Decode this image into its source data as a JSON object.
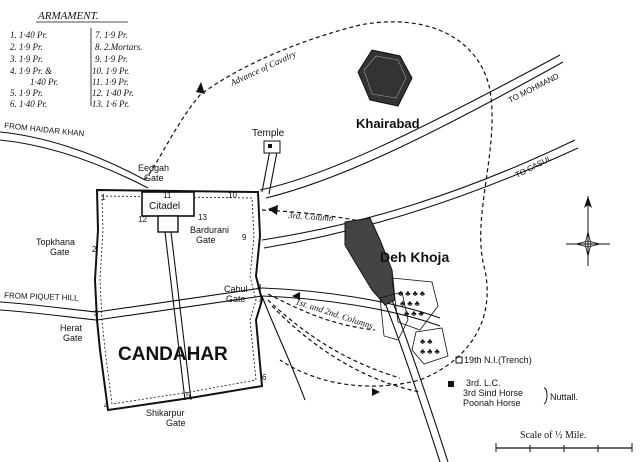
{
  "armament": {
    "title": "ARMAMENT.",
    "left": [
      "1. 1·40 Pr.",
      "2. 1·9 Pr.",
      "3. 1·9 Pr.",
      "4. 1·9 Pr. &",
      "1·40 Pr.",
      "5. 1·9 Pr.",
      "6. 1·40 Pr."
    ],
    "right": [
      "7. 1·9 Pr.",
      "8. 2.Mortars.",
      "9. 1·9 Pr.",
      "10. 1·9 Pr.",
      "11. 1·9 Pr.",
      "12. 1·40 Pr.",
      "13. 1·6 Pr."
    ]
  },
  "places": {
    "city": "CANDAHAR",
    "citadel": "Citadel",
    "khairabad": "Khairabad",
    "deh_khoja": "Deh Khoja",
    "temple": "Temple"
  },
  "gates": {
    "eedgah": [
      "Eedgah",
      "Gate"
    ],
    "topkhana": [
      "Topkhana",
      "Gate"
    ],
    "herat": [
      "Herat",
      "Gate"
    ],
    "shikarpur": [
      "Shikarpur",
      "Gate"
    ],
    "bardurani": [
      "Bardurani",
      "Gate"
    ],
    "cabul": [
      "Cabul",
      "Gate"
    ]
  },
  "routes": {
    "haidar_khan": "FROM HAIDAR KHAN",
    "piquet_hill": "FROM PIQUET HILL",
    "mohmand": "TO MOHMAND",
    "casul": "TO CASUL",
    "cavalry": "Advance of Cavalry",
    "third_column": "3rd. Column",
    "first_second": "1st. and 2nd. Columns"
  },
  "units": {
    "trench": "19th N.I.(Trench)",
    "lc": "3rd. L.C.",
    "sind": "3rd Sind Horse",
    "poonah": "Poonah Horse",
    "nuttall": "Nuttall."
  },
  "wall_numbers": [
    "1",
    "2",
    "3",
    "4",
    "5",
    "6",
    "7",
    "8",
    "9",
    "10",
    "11",
    "12",
    "13"
  ],
  "scale": {
    "label": "Scale of ½ Mile."
  }
}
